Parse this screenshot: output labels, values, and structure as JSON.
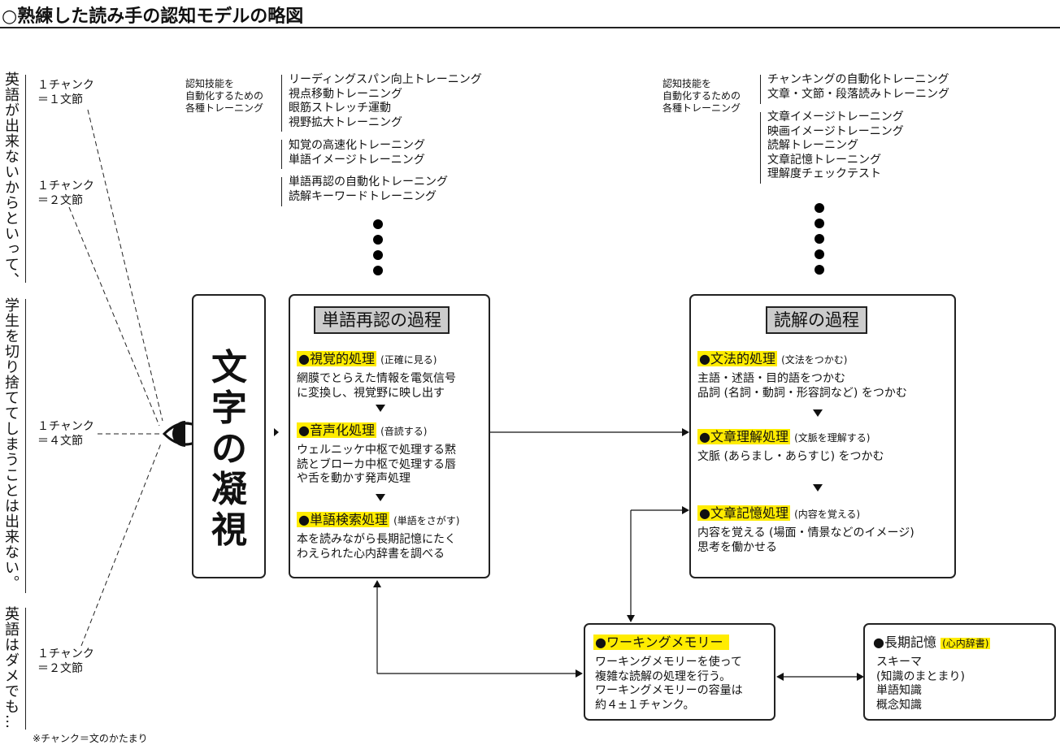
{
  "title": "○熟練した読み手の認知モデルの略図",
  "left_column": {
    "text1": "英語が出来ないからといって、",
    "text2": "学生を切り捨ててしまうことは出来ない。",
    "text3": "英語はダメでも…"
  },
  "chunks": [
    {
      "line1": "１チャンク",
      "line2": "＝１文節"
    },
    {
      "line1": "１チャンク",
      "line2": "＝２文節"
    },
    {
      "line1": "１チャンク",
      "line2": "＝４文節"
    },
    {
      "line1": "１チャンク",
      "line2": "＝２文節"
    }
  ],
  "footnote": "※チャンク＝文のかたまり",
  "training_left": {
    "label": [
      "認知技能を",
      "自動化するための",
      "各種トレーニング"
    ],
    "group1": [
      "リーディングスパン向上トレーニング",
      "視点移動トレーニング",
      "眼筋ストレッチ運動",
      "視野拡大トレーニング"
    ],
    "group2": [
      "知覚の高速化トレーニング",
      "単語イメージトレーニング"
    ],
    "group3": [
      "単語再認の自動化トレーニング",
      "読解キーワードトレーニング"
    ]
  },
  "training_right": {
    "label": [
      "認知技能を",
      "自動化するための",
      "各種トレーニング"
    ],
    "group1": [
      "チャンキングの自動化トレーニング",
      "文章・文節・段落読みトレーニング"
    ],
    "group2": [
      "文章イメージトレーニング",
      "映画イメージトレーニング",
      "読解トレーニング",
      "文章記憶トレーニング",
      "理解度チェックテスト"
    ]
  },
  "stare_box": {
    "chars": [
      "文",
      "字",
      "の",
      "凝",
      "視"
    ]
  },
  "word_box": {
    "header": "単語再認の過程",
    "s1_title": "●視覚的処理",
    "s1_sub": "(正確に見る)",
    "s1_lines": [
      "網膜でとらえた情報を電気信号",
      "に変換し、視覚野に映し出す"
    ],
    "s2_title": "●音声化処理",
    "s2_sub": "(音読する)",
    "s2_lines": [
      "ウェルニッケ中枢で処理する黙",
      "読とブローカ中枢で処理する唇",
      "や舌を動かす発声処理"
    ],
    "s3_title": "●単語検索処理",
    "s3_sub": "(単語をさがす)",
    "s3_lines": [
      "本を読みながら長期記憶にたく",
      "わえられた心内辞書を調べる"
    ]
  },
  "reading_box": {
    "header": "読解の過程",
    "s1_title": "●文法的処理",
    "s1_sub": "(文法をつかむ)",
    "s1_lines": [
      "主語・述語・目的語をつかむ",
      "品詞 (名詞・動詞・形容詞など) をつかむ"
    ],
    "s2_title": "●文章理解処理",
    "s2_sub": "(文脈を理解する)",
    "s2_lines": [
      "文脈 (あらまし・あらすじ) をつかむ"
    ],
    "s3_title": "●文章記憶処理",
    "s3_sub": "(内容を覚える)",
    "s3_lines": [
      "内容を覚える (場面・情景などのイメージ)",
      "思考を働かせる"
    ]
  },
  "working_memory": {
    "title": "●ワーキングメモリー",
    "lines": [
      "ワーキングメモリーを使って",
      "複雑な読解の処理を行う。",
      "ワーキングメモリーの容量は",
      "約４±１チャンク。"
    ]
  },
  "long_term": {
    "title": "●長期記憶",
    "sub": "(心内辞書)",
    "lines": [
      "スキーマ",
      "(知識のまとまり)",
      "単語知識",
      "概念知識"
    ]
  }
}
